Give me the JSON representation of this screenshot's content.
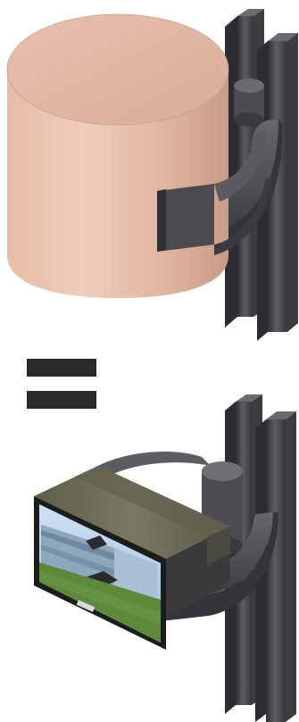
{
  "figure": {
    "top_assembly": {
      "object": "cylinder",
      "cylinder_color": "#e2b9a5",
      "mount_color": "#4a4a4f"
    },
    "operator": {
      "symbol": "equals-sign",
      "color": "#2a2a2a"
    },
    "bottom_assembly": {
      "object": "monitor",
      "monitor_top_color": "#6b6b55",
      "screen_sky_color": "#a7c6e6",
      "screen_grass_color": "#5d8a3a",
      "mount_color": "#4a4a4f"
    }
  }
}
